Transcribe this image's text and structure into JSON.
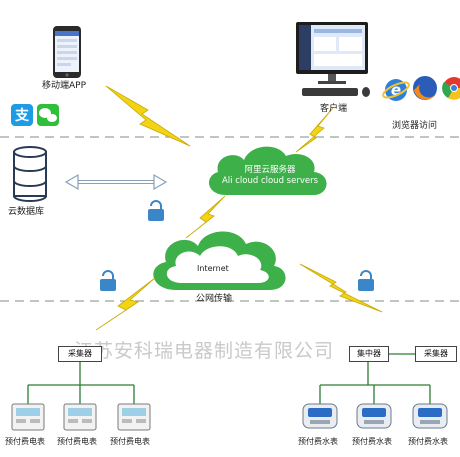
{
  "labels": {
    "mobile_app": "移动端APP",
    "client": "客户端",
    "browser_access": "浏览器访问",
    "cloud_db": "云数据库",
    "ali_cloud_cn": "阿里云服务器",
    "ali_cloud_en": "Ali cloud  cloud servers",
    "internet": "Internet",
    "public_net": "公网传输",
    "collector_left": "采集器",
    "concentrator": "集中器",
    "collector_right": "采集器",
    "prepaid_meter": "预付费电表",
    "prepaid_water": "预付费水表",
    "watermark": "江苏安科瑞电器制造有限公司"
  },
  "meters_left": [
    "预付费电表",
    "预付费电表",
    "预付费电表"
  ],
  "meters_right": [
    "预付费水表",
    "预付费水表",
    "预付费水表"
  ],
  "colors": {
    "cloud": "#3db04a",
    "cloud_light": "#e9f7e9",
    "lightning": "#f2d414",
    "dash": "#9aa39a",
    "line": "#2e7d32",
    "lock": "#3a86c8"
  }
}
